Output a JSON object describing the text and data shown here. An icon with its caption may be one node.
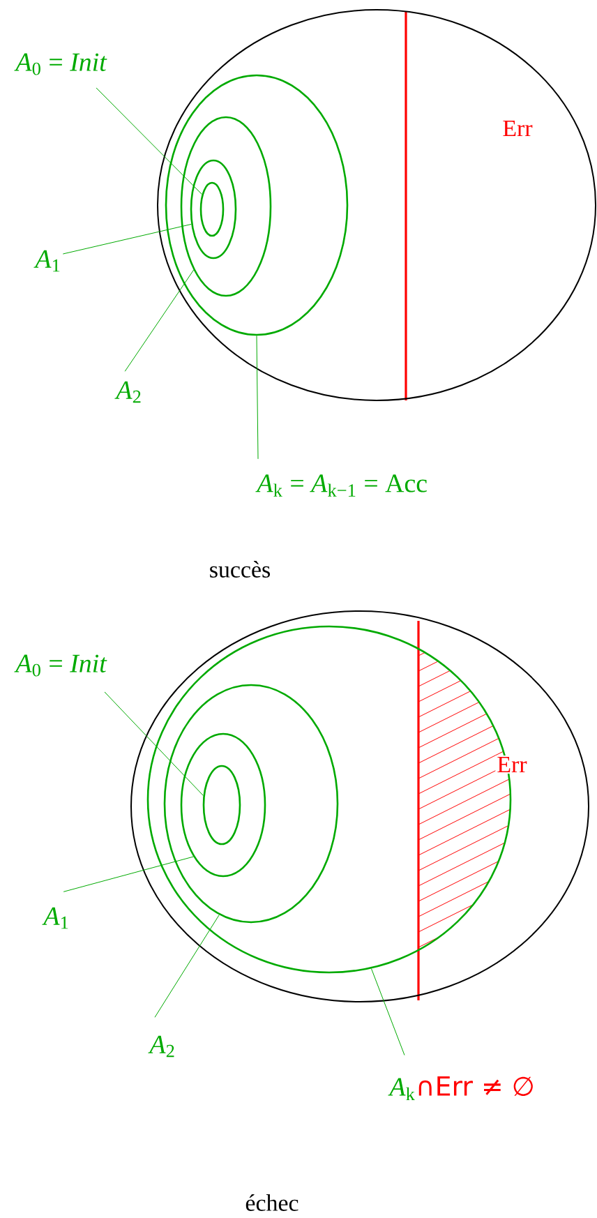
{
  "diagram": {
    "nodes": [
      {
        "text": [],
        "shape": "ellipse"
      },
      {
        "text": [],
        "shape": "ellipse",
        "in": 0
      },
      {
        "text": [],
        "shape": "ellipse",
        "in": 1
      },
      {
        "text": [],
        "shape": "ellipse",
        "in": 2
      },
      {
        "text": [],
        "shape": "ellipse",
        "in": 3
      },
      {
        "text": [
          "*A*$_{0}$ = *Init*"
        ]
      },
      {
        "text": [
          "*A*$_{1}$"
        ]
      },
      {
        "text": [
          "*A*$_{2}$"
        ]
      },
      {
        "text": [
          "*A*$_{k}$ = *A*$_{k−1}$ = Acc"
        ]
      },
      {
        "text": [],
        "shape": "ellipse"
      },
      {
        "text": [],
        "shape": "ellipse",
        "in": 9
      },
      {
        "text": [],
        "shape": "ellipse",
        "in": 10
      },
      {
        "text": [],
        "shape": "ellipse",
        "in": 11
      },
      {
        "text": [],
        "shape": "ellipse",
        "in": 12
      },
      {
        "text": [
          "*A*$_{0}$ = *Init*"
        ]
      },
      {
        "text": [
          "*A*$_{1}$"
        ]
      },
      {
        "text": [
          "*A*$_{2}$"
        ]
      },
      {
        "text": [
          "*A*$_{k}$",
          "∩Err ≠ ∅"
        ]
      }
    ],
    "edges": [
      {
        "from": 5,
        "to": 4,
        "arrow": "none"
      },
      {
        "from": 6,
        "to": 3,
        "arrow": "none"
      },
      {
        "from": 7,
        "to": 2,
        "arrow": "none"
      },
      {
        "from": 8,
        "to": 1,
        "arrow": "none"
      },
      {
        "from": 14,
        "to": 13,
        "arrow": "none"
      },
      {
        "from": 15,
        "to": 12,
        "arrow": "none"
      },
      {
        "from": 16,
        "to": 11,
        "arrow": "none"
      },
      {
        "from": 17,
        "to": 10,
        "arrow": "none"
      }
    ],
    "labels": [
      "Err",
      "succès",
      "Err",
      "échec"
    ]
  }
}
